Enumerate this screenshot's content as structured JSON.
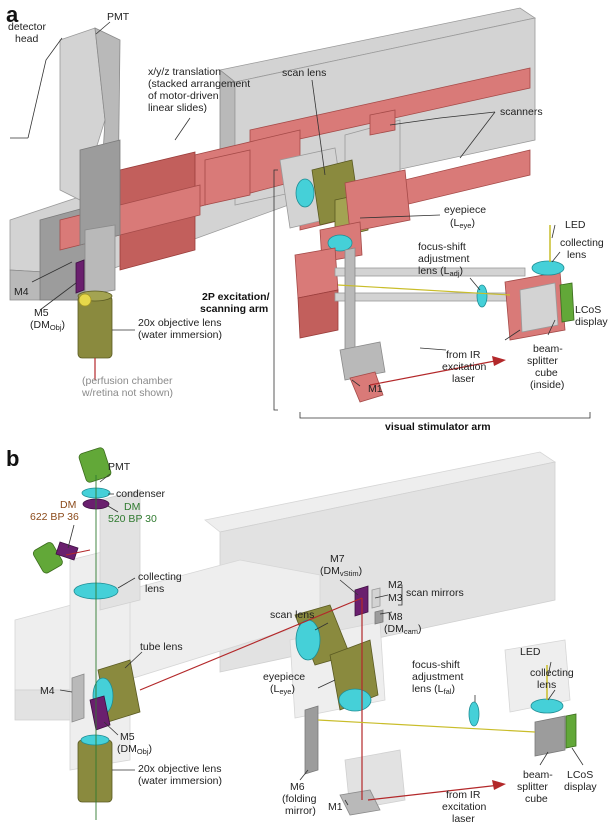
{
  "panel_a": {
    "letter": "a",
    "labels": {
      "pmt": "PMT",
      "detector_head_1": "detector",
      "detector_head_2": "head",
      "xyz_1": "x/y/z translation",
      "xyz_2": "(stacked arrangement",
      "xyz_3": "of motor-driven",
      "xyz_4": "linear slides)",
      "scan_lens": "scan lens",
      "scanners": "scanners",
      "eyepiece_1": "eyepiece",
      "eyepiece_2": "(L",
      "eyepiece_sub": "eye",
      "eyepiece_3": ")",
      "led": "LED",
      "collecting_1": "collecting",
      "collecting_2": "lens",
      "focus_1": "focus-shift",
      "focus_2": "adjustment",
      "focus_3": "lens (L",
      "focus_sub": "adj",
      "focus_4": ")",
      "m4": "M4",
      "m5_1": "M5",
      "m5_2": "(DM",
      "m5_sub": "Obj",
      "m5_3": ")",
      "twop_1": "2P excitation/",
      "twop_2": "scanning arm",
      "objective_1": "20x objective lens",
      "objective_2": "(water immersion)",
      "lcos_1": "LCoS",
      "lcos_2": "display",
      "beam_1": "beam-",
      "beam_2": "splitter",
      "beam_3": "cube",
      "beam_4": "(inside)",
      "ir_1": "from IR",
      "ir_2": "excitation",
      "ir_3": "laser",
      "m1": "M1",
      "perfusion_1": "(perfusion chamber",
      "perfusion_2": "w/retina not shown)",
      "visual_arm": "visual stimulator arm"
    }
  },
  "panel_b": {
    "letter": "b",
    "labels": {
      "pmt": "PMT",
      "condenser": "condenser",
      "dm_green_1": "DM",
      "dm_green_2": "520 BP 30",
      "dm_brown_1": "DM",
      "dm_brown_2": "622 BP 36",
      "collecting_1": "collecting",
      "collecting_2": "lens",
      "m7_1": "M7",
      "m7_2": "(DM",
      "m7_sub": "vStim",
      "m7_3": ")",
      "m2": "M2",
      "m3": "M3",
      "scan_mirrors": "scan mirrors",
      "scan_lens": "scan lens",
      "m8_1": "M8",
      "m8_2": "(DM",
      "m8_sub": "cam",
      "m8_3": ")",
      "tube_lens": "tube lens",
      "m4": "M4",
      "eyepiece_1": "eyepiece",
      "eyepiece_2": "(L",
      "eyepiece_sub": "eye",
      "eyepiece_3": ")",
      "led": "LED",
      "collecting2_1": "collecting",
      "collecting2_2": "lens",
      "focus_1": "focus-shift",
      "focus_2": "adjustment",
      "focus_3": "lens (L",
      "focus_sub": "fal",
      "focus_4": ")",
      "m5_1": "M5",
      "m5_2": "(DM",
      "m5_sub": "Obj",
      "m5_3": ")",
      "m6_1": "M6",
      "m6_2": "(folding",
      "m6_3": "mirror)",
      "objective_1": "20x objective lens",
      "objective_2": "(water immersion)",
      "beam_1": "beam-",
      "beam_2": "splitter",
      "beam_3": "cube",
      "lcos_1": "LCoS",
      "lcos_2": "display",
      "ir_1": "from IR",
      "ir_2": "excitation",
      "ir_3": "laser",
      "m1": "M1"
    }
  },
  "colors": {
    "label_green": "#2f7a2f",
    "label_brown": "#8b4a1a",
    "label_gray": "#8a8a8a",
    "laser_red": "#b3282a",
    "led_yellow": "#c9bd2a"
  }
}
